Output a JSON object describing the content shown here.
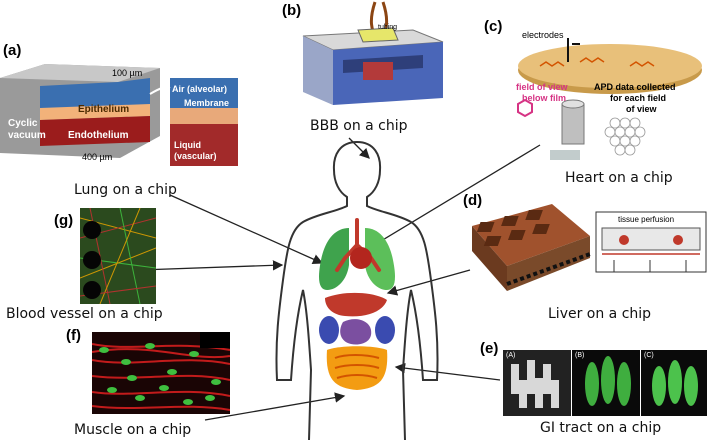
{
  "panels": {
    "a": {
      "letter": "(a)",
      "caption": "Lung on a chip",
      "labels": {
        "thickness": "100 µm",
        "epithelium": "Epithelium",
        "endothelium": "Endothelium",
        "cyclic": "Cyclic",
        "vacuum": "vacuum",
        "width": "400 µm",
        "air": "Air (alveolar)",
        "membrane": "Membrane",
        "liquid": "Liquid",
        "vascular": "(vascular)"
      }
    },
    "b": {
      "letter": "(b)",
      "caption": "BBB  on a chip",
      "labels": {
        "tubing": "tubing"
      }
    },
    "c": {
      "letter": "(c)",
      "caption": "Heart on a chip",
      "labels": {
        "electrodes": "electrodes",
        "fov1": "field of view",
        "fov2": "below film",
        "apd1": "APD data collected",
        "apd2": "for each field",
        "apd3": "of view"
      }
    },
    "d": {
      "letter": "(d)",
      "caption": "Liver on a chip",
      "labels": {
        "perfusion": "tissue perfusion"
      }
    },
    "e": {
      "letter": "(e)",
      "caption": "GI tract on a chip",
      "labels": {
        "a": "(A)",
        "b": "(B)",
        "c": "(C)"
      }
    },
    "f": {
      "letter": "(f)",
      "caption": "Muscle on a chip"
    },
    "g": {
      "letter": "(g)",
      "caption": "Blood vessel on a chip"
    }
  },
  "colors": {
    "lung": "#4caf50",
    "heart": "#c0392b",
    "liver": "#c0392b",
    "epithelium": "#f2b27a",
    "endothelium": "#9b1c1c",
    "air": "#3a6fb0",
    "chip_blue": "#4a66b8"
  }
}
